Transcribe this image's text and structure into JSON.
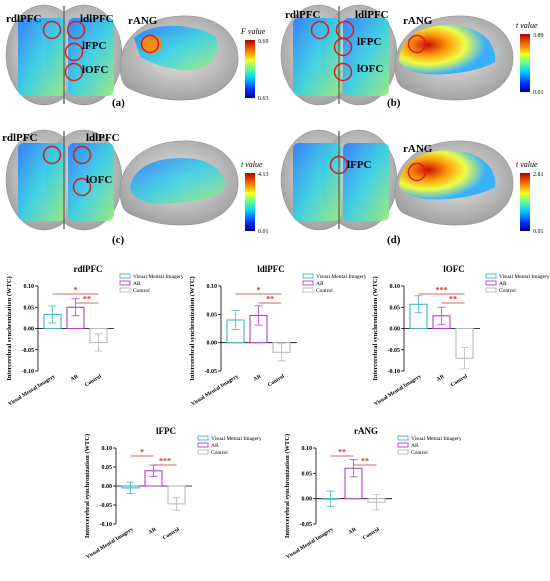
{
  "figure": {
    "panels": [
      {
        "label": "(a)",
        "roi_labels": [
          "rdlPFC",
          "ldlPFC",
          "lFPC",
          "lOFC",
          "rANG"
        ],
        "colorbar": {
          "title": "F value",
          "max": "9.69",
          "min": "0.63"
        }
      },
      {
        "label": "(b)",
        "roi_labels": [
          "rdlPFC",
          "ldlPFC",
          "lFPC",
          "lOFC",
          "rANG"
        ],
        "colorbar": {
          "title": "t value",
          "max": "3.89",
          "min": "0.01"
        }
      },
      {
        "label": "(c)",
        "roi_labels": [
          "rdlPFC",
          "ldlPFC",
          "lOFC"
        ],
        "colorbar": {
          "title": "t value",
          "max": "4.13",
          "min": "0.01"
        }
      },
      {
        "label": "(d)",
        "roi_labels": [
          "lFPC",
          "rANG"
        ],
        "colorbar": {
          "title": "t value",
          "max": "2.81",
          "min": "0.01"
        }
      }
    ],
    "colors": {
      "visual": "#3fb6c4",
      "ar": "#b43fc8",
      "control": "#b9b9b9",
      "sig": "#c0392b"
    }
  },
  "chart_data": [
    {
      "type": "bar",
      "title": "rdlPFC",
      "ylabel": "Intercerebral synchronization (WTC)",
      "categories": [
        "Visual Mental Imagery",
        "AR",
        "Control"
      ],
      "values": [
        0.033,
        0.05,
        -0.033
      ],
      "errors": [
        0.02,
        0.02,
        0.02
      ],
      "ylim": [
        -0.1,
        0.1
      ],
      "yticks": [
        "-0.10",
        "-0.05",
        "0.00",
        "0.05",
        "0.10"
      ],
      "legend": [
        "Visual Mental Imagery",
        "AR",
        "Control"
      ],
      "significance": [
        {
          "from": 0,
          "to": 2,
          "label": "*"
        },
        {
          "from": 1,
          "to": 2,
          "label": "**"
        }
      ]
    },
    {
      "type": "bar",
      "title": "ldlPFC",
      "ylabel": "Intercerebral synchronization (WTC)",
      "categories": [
        "Visual Mental Imagery",
        "AR",
        "Control"
      ],
      "values": [
        0.04,
        0.048,
        -0.017
      ],
      "errors": [
        0.017,
        0.017,
        0.015
      ],
      "ylim": [
        -0.05,
        0.1
      ],
      "yticks": [
        "-0.05",
        "0.00",
        "0.05",
        "0.10"
      ],
      "legend": [
        "Visual Mental Imagery",
        "AR",
        "Control"
      ],
      "significance": [
        {
          "from": 0,
          "to": 2,
          "label": "*"
        },
        {
          "from": 1,
          "to": 2,
          "label": "**"
        }
      ]
    },
    {
      "type": "bar",
      "title": "lOFC",
      "ylabel": "Intercerebral synchronization (WTC)",
      "categories": [
        "Visual Mental Imagery",
        "AR",
        "Control"
      ],
      "values": [
        0.057,
        0.03,
        -0.07
      ],
      "errors": [
        0.02,
        0.02,
        0.025
      ],
      "ylim": [
        -0.1,
        0.1
      ],
      "yticks": [
        "-0.10",
        "-0.05",
        "0.00",
        "0.05",
        "0.10"
      ],
      "legend": [
        "Visual Mental Imagery",
        "AR",
        "Control"
      ],
      "significance": [
        {
          "from": 0,
          "to": 2,
          "label": "***"
        },
        {
          "from": 1,
          "to": 2,
          "label": "**"
        }
      ]
    },
    {
      "type": "bar",
      "title": "lFPC",
      "ylabel": "Intercerebral synchronization (WTC)",
      "categories": [
        "Visual Mental Imagery",
        "AR",
        "Control"
      ],
      "values": [
        -0.005,
        0.04,
        -0.047
      ],
      "errors": [
        0.015,
        0.015,
        0.017
      ],
      "ylim": [
        -0.1,
        0.1
      ],
      "yticks": [
        "-0.10",
        "-0.05",
        "0.00",
        "0.05",
        "0.10"
      ],
      "legend": [
        "Visual Mental Imagery",
        "AR",
        "Control"
      ],
      "significance": [
        {
          "from": 0,
          "to": 1,
          "label": "*"
        },
        {
          "from": 1,
          "to": 2,
          "label": "***"
        }
      ]
    },
    {
      "type": "bar",
      "title": "rANG",
      "ylabel": "Intercerebral synchronization (WTC)",
      "categories": [
        "Visual Mental Imagery",
        "AR",
        "Control"
      ],
      "values": [
        0.0,
        0.06,
        -0.007
      ],
      "errors": [
        0.015,
        0.017,
        0.015
      ],
      "ylim": [
        -0.05,
        0.1
      ],
      "yticks": [
        "-0.05",
        "0.00",
        "0.05",
        "0.10"
      ],
      "legend": [
        "Visual Mental Imagery",
        "AR",
        "Control"
      ],
      "significance": [
        {
          "from": 0,
          "to": 1,
          "label": "**"
        },
        {
          "from": 1,
          "to": 2,
          "label": "**"
        }
      ]
    }
  ]
}
